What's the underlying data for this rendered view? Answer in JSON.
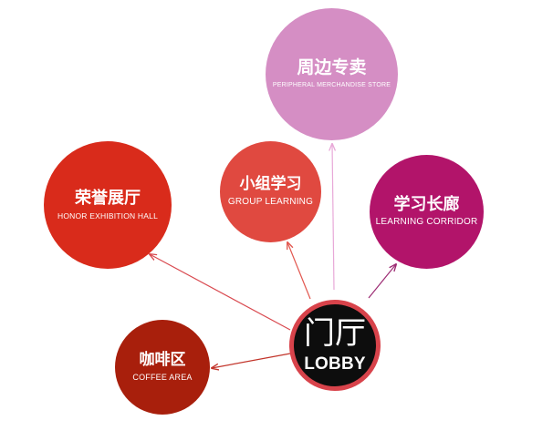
{
  "center": {
    "title_zh": "门厅",
    "title_en": "LOBBY",
    "fill": "#0d0d0d",
    "ring": "#d8434b"
  },
  "nodes": [
    {
      "id": "merch",
      "title_zh": "周边专卖",
      "title_en": "PERIPHERAL MERCHANDISE STORE",
      "color": "#d58ec4",
      "arrow": "#e8a8d8"
    },
    {
      "id": "group",
      "title_zh": "小组学习",
      "title_en": "GROUP LEARNING",
      "color": "#e04940",
      "arrow": "#e2574f"
    },
    {
      "id": "corridor",
      "title_zh": "学习长廊",
      "title_en": "LEARNING CORRIDOR",
      "color": "#b2146a",
      "arrow": "#9c2b73"
    },
    {
      "id": "honor",
      "title_zh": "荣誉展厅",
      "title_en": "HONOR EXHIBITION HALL",
      "color": "#d92b1b",
      "arrow": "#d9494f"
    },
    {
      "id": "coffee",
      "title_zh": "咖啡区",
      "title_en": "COFFEE AREA",
      "color": "#a81f0c",
      "arrow": "#c2342a"
    }
  ]
}
